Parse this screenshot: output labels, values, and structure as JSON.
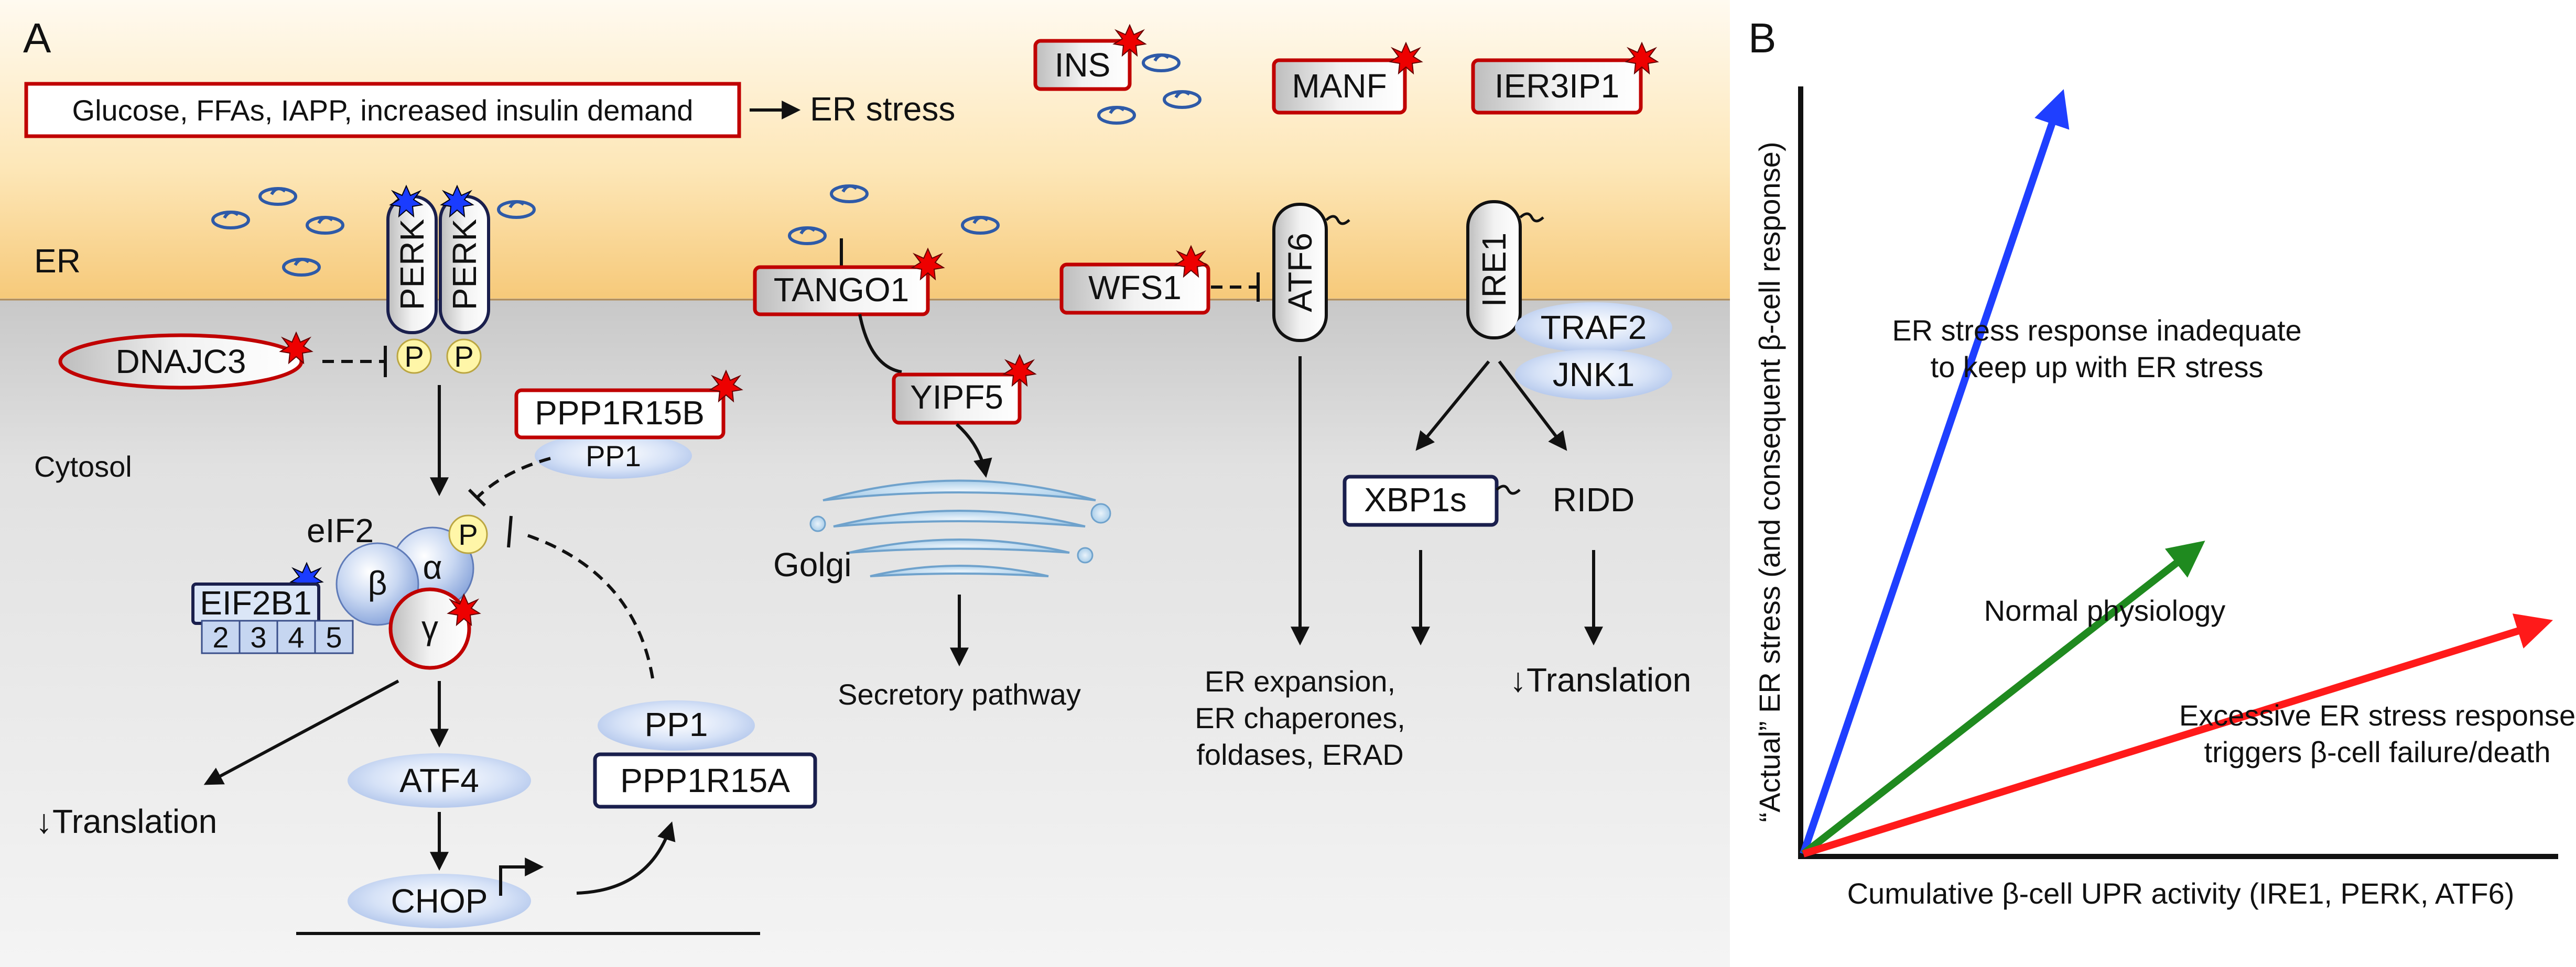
{
  "panel_a": {
    "label": "A",
    "stress_sources": "Glucose, FFAs, IAPP, increased insulin demand",
    "er_stress": "ER stress",
    "compartments": {
      "er": "ER",
      "cytosol": "Cytosol",
      "golgi": "Golgi"
    },
    "proteins": {
      "ins": "INS",
      "manf": "MANF",
      "ier3ip1": "IER3IP1",
      "perk": "PERK",
      "dnajc3": "DNAJC3",
      "phospho": "P",
      "ppp1r15b": "PPP1R15B",
      "pp1": "PP1",
      "eif2": "eIF2",
      "alpha": "α",
      "beta": "β",
      "gamma": "γ",
      "eif2b1": "EIF2B1",
      "eif2b_subunits": [
        "2",
        "3",
        "4",
        "5"
      ],
      "atf4": "ATF4",
      "chop": "CHOP",
      "ppp1r15a": "PPP1R15A",
      "tango1": "TANGO1",
      "yipf5": "YIPF5",
      "wfs1": "WFS1",
      "atf6": "ATF6",
      "ire1": "IRE1",
      "traf2": "TRAF2",
      "jnk1": "JNK1",
      "xbp1s": "XBP1s",
      "ridd": "RIDD"
    },
    "outcomes": {
      "translation_left": "↓Translation",
      "translation_right": "↓Translation",
      "secretory": "Secretory pathway",
      "er_expansion": [
        "ER expansion,",
        "ER chaperones,",
        "foldases, ERAD"
      ]
    }
  },
  "panel_b": {
    "label": "B",
    "xlabel": "Cumulative β-cell UPR activity (IRE1, PERK, ATF6)",
    "ylabel": "“Actual” ER stress (and consequent β-cell response)",
    "lines": [
      {
        "text": [
          "ER stress response inadequate",
          "to keep up with ER stress"
        ],
        "color": "#1f3fff",
        "dir": [
          0.44,
          1.0
        ]
      },
      {
        "text": [
          "Normal physiology"
        ],
        "color": "#1f8a1f",
        "dir": [
          0.59,
          0.42
        ]
      },
      {
        "text": [
          "Excessive ER stress response",
          "triggers β-cell failure/death"
        ],
        "color": "#ff1a1a",
        "dir": [
          1.0,
          0.34
        ]
      }
    ]
  }
}
